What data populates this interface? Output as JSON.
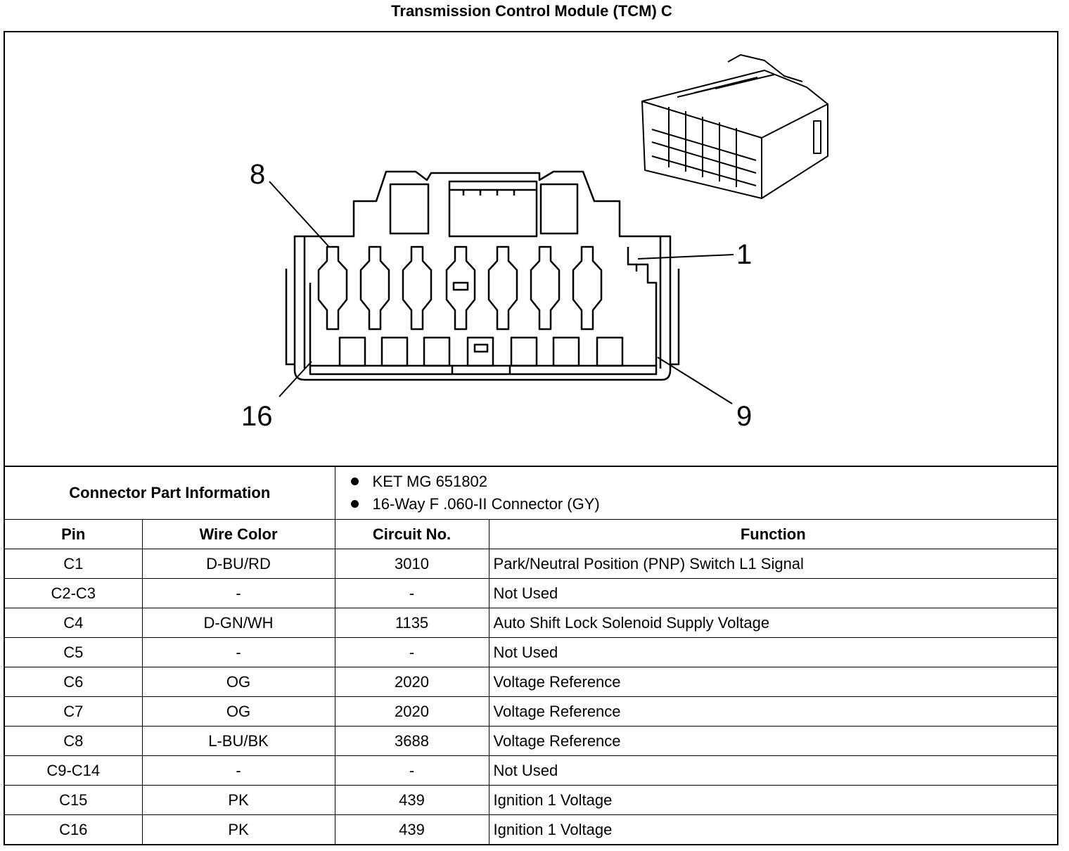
{
  "title": "Transmission Control Module (TCM) C",
  "pin_callouts": {
    "top_left": "8",
    "top_right": "1",
    "bottom_left": "16",
    "bottom_right": "9"
  },
  "connector_part_information": {
    "label": "Connector Part Information",
    "items": [
      "KET MG 651802",
      "16-Way F .060-II Connector (GY)"
    ]
  },
  "table": {
    "headers": [
      "Pin",
      "Wire Color",
      "Circuit No.",
      "Function"
    ],
    "rows": [
      [
        "C1",
        "D-BU/RD",
        "3010",
        "Park/Neutral Position (PNP) Switch L1 Signal"
      ],
      [
        "C2-C3",
        "-",
        "-",
        "Not Used"
      ],
      [
        "C4",
        "D-GN/WH",
        "1135",
        "Auto Shift Lock Solenoid Supply Voltage"
      ],
      [
        "C5",
        "-",
        "-",
        "Not Used"
      ],
      [
        "C6",
        "OG",
        "2020",
        "Voltage Reference"
      ],
      [
        "C7",
        "OG",
        "2020",
        "Voltage Reference"
      ],
      [
        "C8",
        "L-BU/BK",
        "3688",
        "Voltage Reference"
      ],
      [
        "C9-C14",
        "-",
        "-",
        "Not Used"
      ],
      [
        "C15",
        "PK",
        "439",
        "Ignition 1 Voltage"
      ],
      [
        "C16",
        "PK",
        "439",
        "Ignition 1 Voltage"
      ]
    ]
  }
}
